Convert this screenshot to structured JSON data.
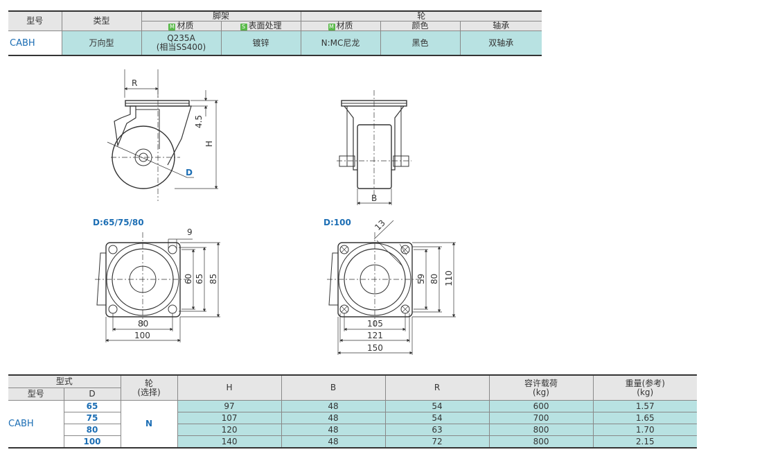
{
  "top_table": {
    "h_model": "型号",
    "h_type": "类型",
    "h_frame": "脚架",
    "h_wheel": "轮",
    "badge_m": "M",
    "badge_s": "S",
    "h_frame_material": "材质",
    "h_surface": "表面处理",
    "h_wheel_material": "材质",
    "h_color": "颜色",
    "h_bearing": "轴承",
    "row": {
      "model": "CABH",
      "type": "万向型",
      "frame_material_1": "Q235A",
      "frame_material_2": "(相当SS400)",
      "surface": "镀锌",
      "wheel_material": "N:MC尼龙",
      "color": "黑色",
      "bearing": "双轴承"
    }
  },
  "drawing": {
    "side": {
      "r": "R",
      "h45": "4.5",
      "h": "H",
      "d": "D"
    },
    "front": {
      "b": "B"
    },
    "plate_small": {
      "title": "D:65/75/80",
      "d9": "9",
      "d60": "60",
      "d65": "65",
      "d85": "85",
      "d80": "80",
      "d100": "100"
    },
    "plate_large": {
      "title": "D:100",
      "d13": "13",
      "d59": "59",
      "d80": "80",
      "d110": "110",
      "d105": "105",
      "d121": "121",
      "d150": "150"
    }
  },
  "spec_table": {
    "h_form": "型式",
    "h_model": "型号",
    "h_d": "D",
    "h_wheel_1": "轮",
    "h_wheel_2": "(选择)",
    "h_h": "H",
    "h_b": "B",
    "h_r": "R",
    "h_load_1": "容许载荷",
    "h_load_2": "(kg)",
    "h_weight_1": "重量(参考)",
    "h_weight_2": "(kg)",
    "model": "CABH",
    "wheel": "N",
    "rows": [
      {
        "d": "65",
        "h": "97",
        "b": "48",
        "r": "54",
        "load": "600",
        "weight": "1.57"
      },
      {
        "d": "75",
        "h": "107",
        "b": "48",
        "r": "54",
        "load": "700",
        "weight": "1.65"
      },
      {
        "d": "80",
        "h": "120",
        "b": "48",
        "r": "63",
        "load": "800",
        "weight": "1.70"
      },
      {
        "d": "100",
        "h": "140",
        "b": "48",
        "r": "72",
        "load": "800",
        "weight": "2.15"
      }
    ]
  }
}
